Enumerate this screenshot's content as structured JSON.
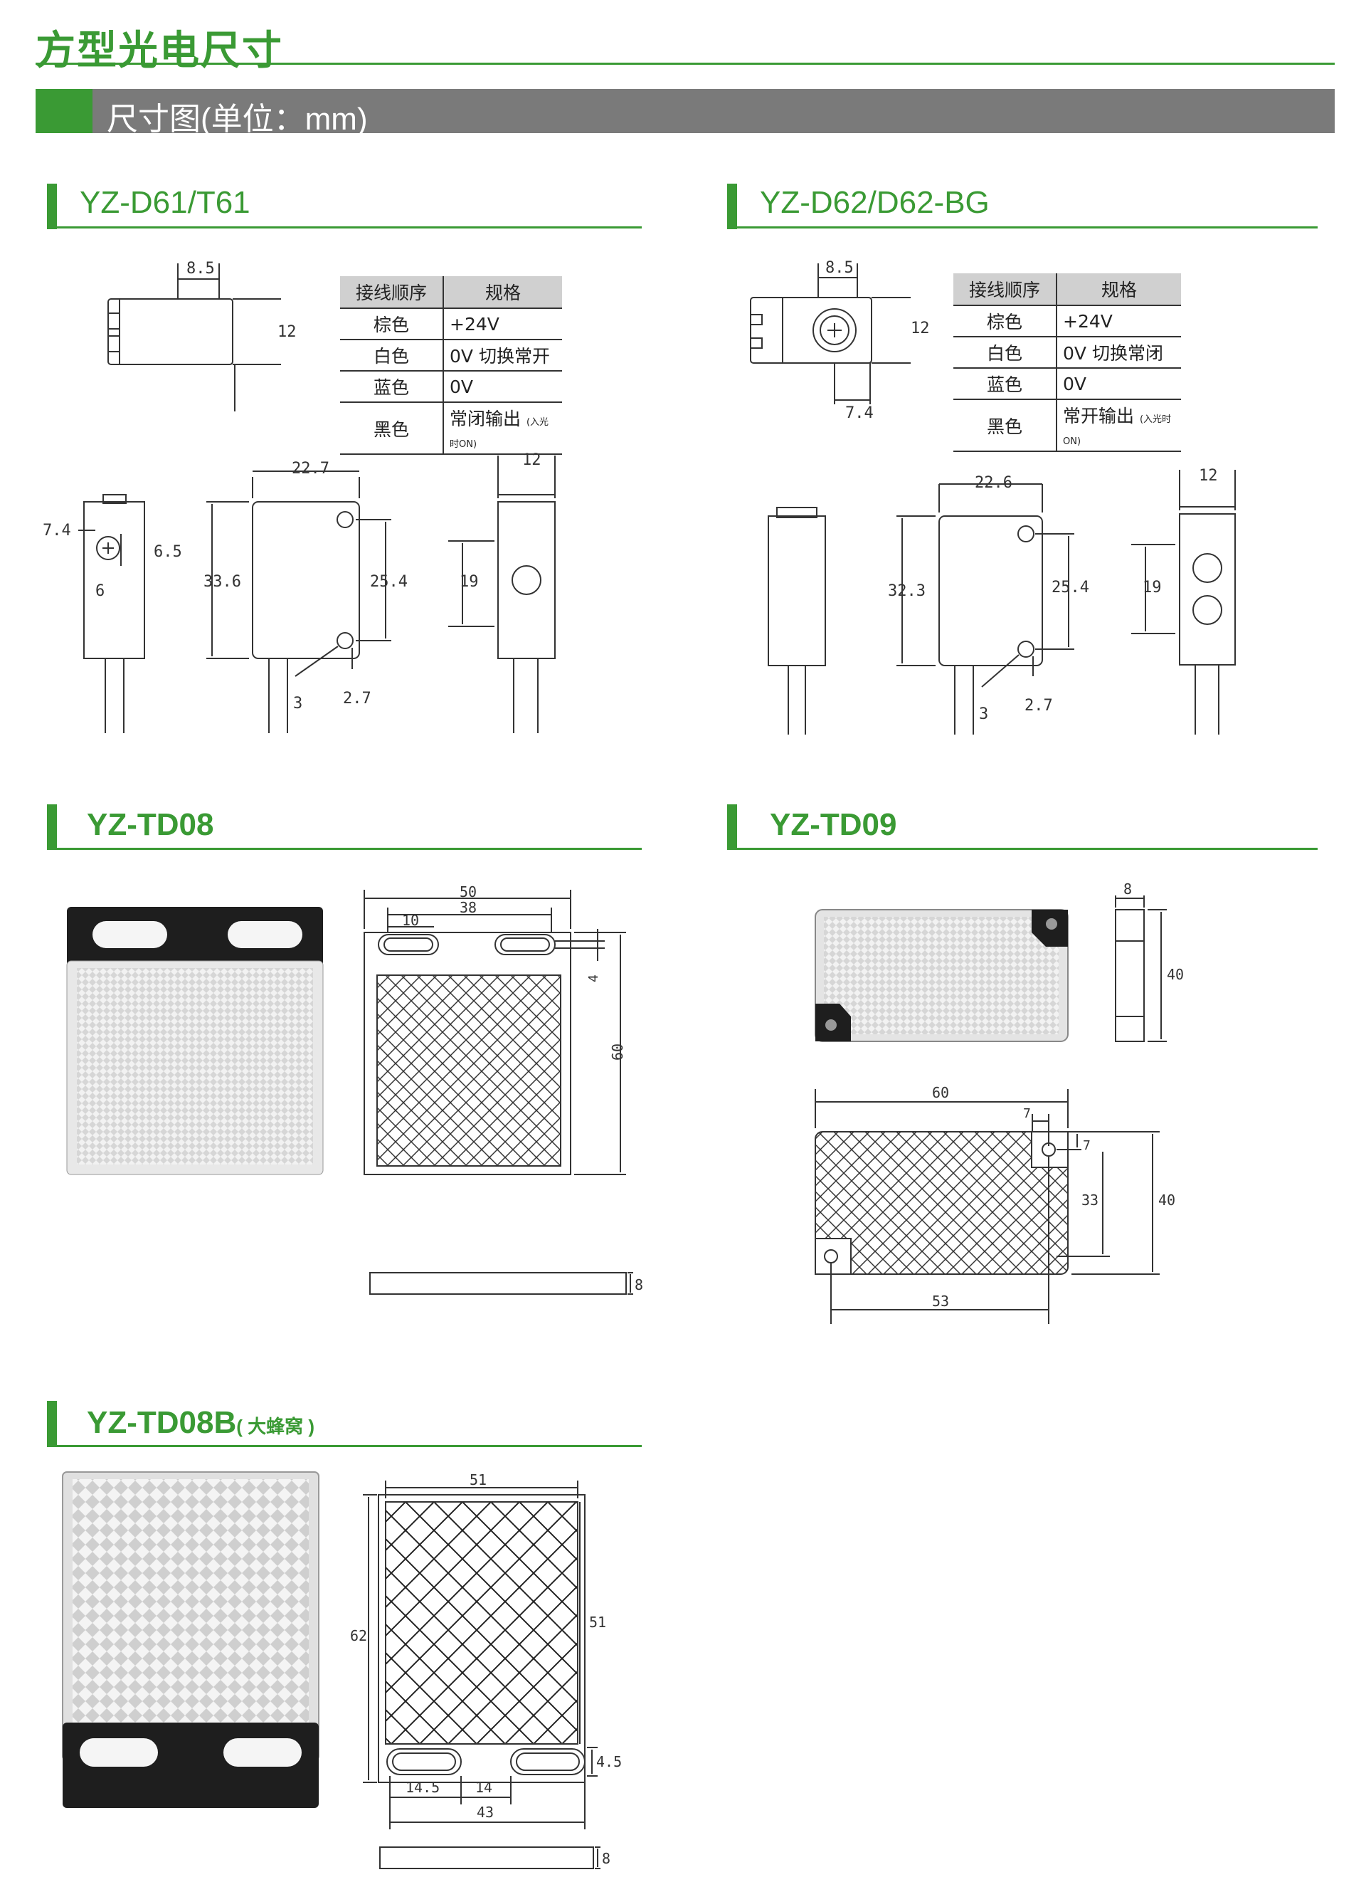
{
  "page": {
    "title": "方型光电尺寸",
    "banner": "尺寸图(单位：mm)"
  },
  "sections": {
    "d61": {
      "title": "YZ-D61/T61",
      "table": {
        "headers": [
          "接线顺序",
          "规格"
        ],
        "rows": [
          [
            "棕色",
            "+24V"
          ],
          [
            "白色",
            "0V 切换常开"
          ],
          [
            "蓝色",
            "0V"
          ],
          [
            "黑色",
            "常闭输出"
          ]
        ],
        "row4_note": "(入光时ON)"
      },
      "dims": {
        "top_width": "8.5",
        "top_height": "12",
        "side_a": "7.4",
        "side_b": "6.5",
        "side_c": "6",
        "front_width": "22.7",
        "front_height": "33.6",
        "hole_spacing": "25.4",
        "hole_dia": "3",
        "hole_offset": "2.7",
        "end_width": "12",
        "end_height": "19"
      }
    },
    "d62": {
      "title": "YZ-D62/D62-BG",
      "table": {
        "headers": [
          "接线顺序",
          "规格"
        ],
        "rows": [
          [
            "棕色",
            "+24V"
          ],
          [
            "白色",
            "0V 切换常闭"
          ],
          [
            "蓝色",
            "0V"
          ],
          [
            "黑色",
            "常开输出"
          ]
        ],
        "row4_note": "(入光时ON)"
      },
      "dims": {
        "top_width": "8.5",
        "top_height": "12",
        "knob_offset": "7.4",
        "front_width": "22.6",
        "front_height": "32.3",
        "hole_spacing": "25.4",
        "hole_dia": "3",
        "hole_offset": "2.7",
        "end_width": "12",
        "end_height": "19"
      }
    },
    "td08": {
      "title": "YZ-TD08",
      "dims": {
        "width": "50",
        "slot_spacing": "38",
        "slot_len": "10",
        "hole": "4",
        "height": "60",
        "thickness": "8"
      }
    },
    "td09": {
      "title": "YZ-TD09",
      "dims": {
        "thickness": "8",
        "side_height": "40",
        "width": "60",
        "hole_inset_x": "7",
        "hole_inset_y": "7",
        "hole_spacing_y": "33",
        "height": "40",
        "hole_spacing_x": "53"
      }
    },
    "td08b": {
      "title": "YZ-TD08B",
      "subtitle": "( 大蜂窝 )",
      "dims": {
        "width": "51",
        "height": "62",
        "inner_height": "51",
        "tab_height": "4.5",
        "slot_offset": "14.5",
        "slot_gap": "14",
        "slot_span": "43",
        "thickness": "8"
      }
    }
  }
}
